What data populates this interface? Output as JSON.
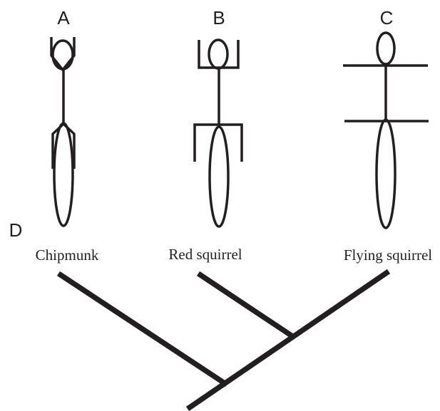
{
  "figures": [
    {
      "label": "A"
    },
    {
      "label": "B"
    },
    {
      "label": "C"
    }
  ],
  "tree": {
    "label": "D",
    "taxa": [
      "Chipmunk",
      "Red squirrel",
      "Flying squirrel"
    ]
  },
  "colors": {
    "ink": "#231f20",
    "background": "#ffffff"
  }
}
